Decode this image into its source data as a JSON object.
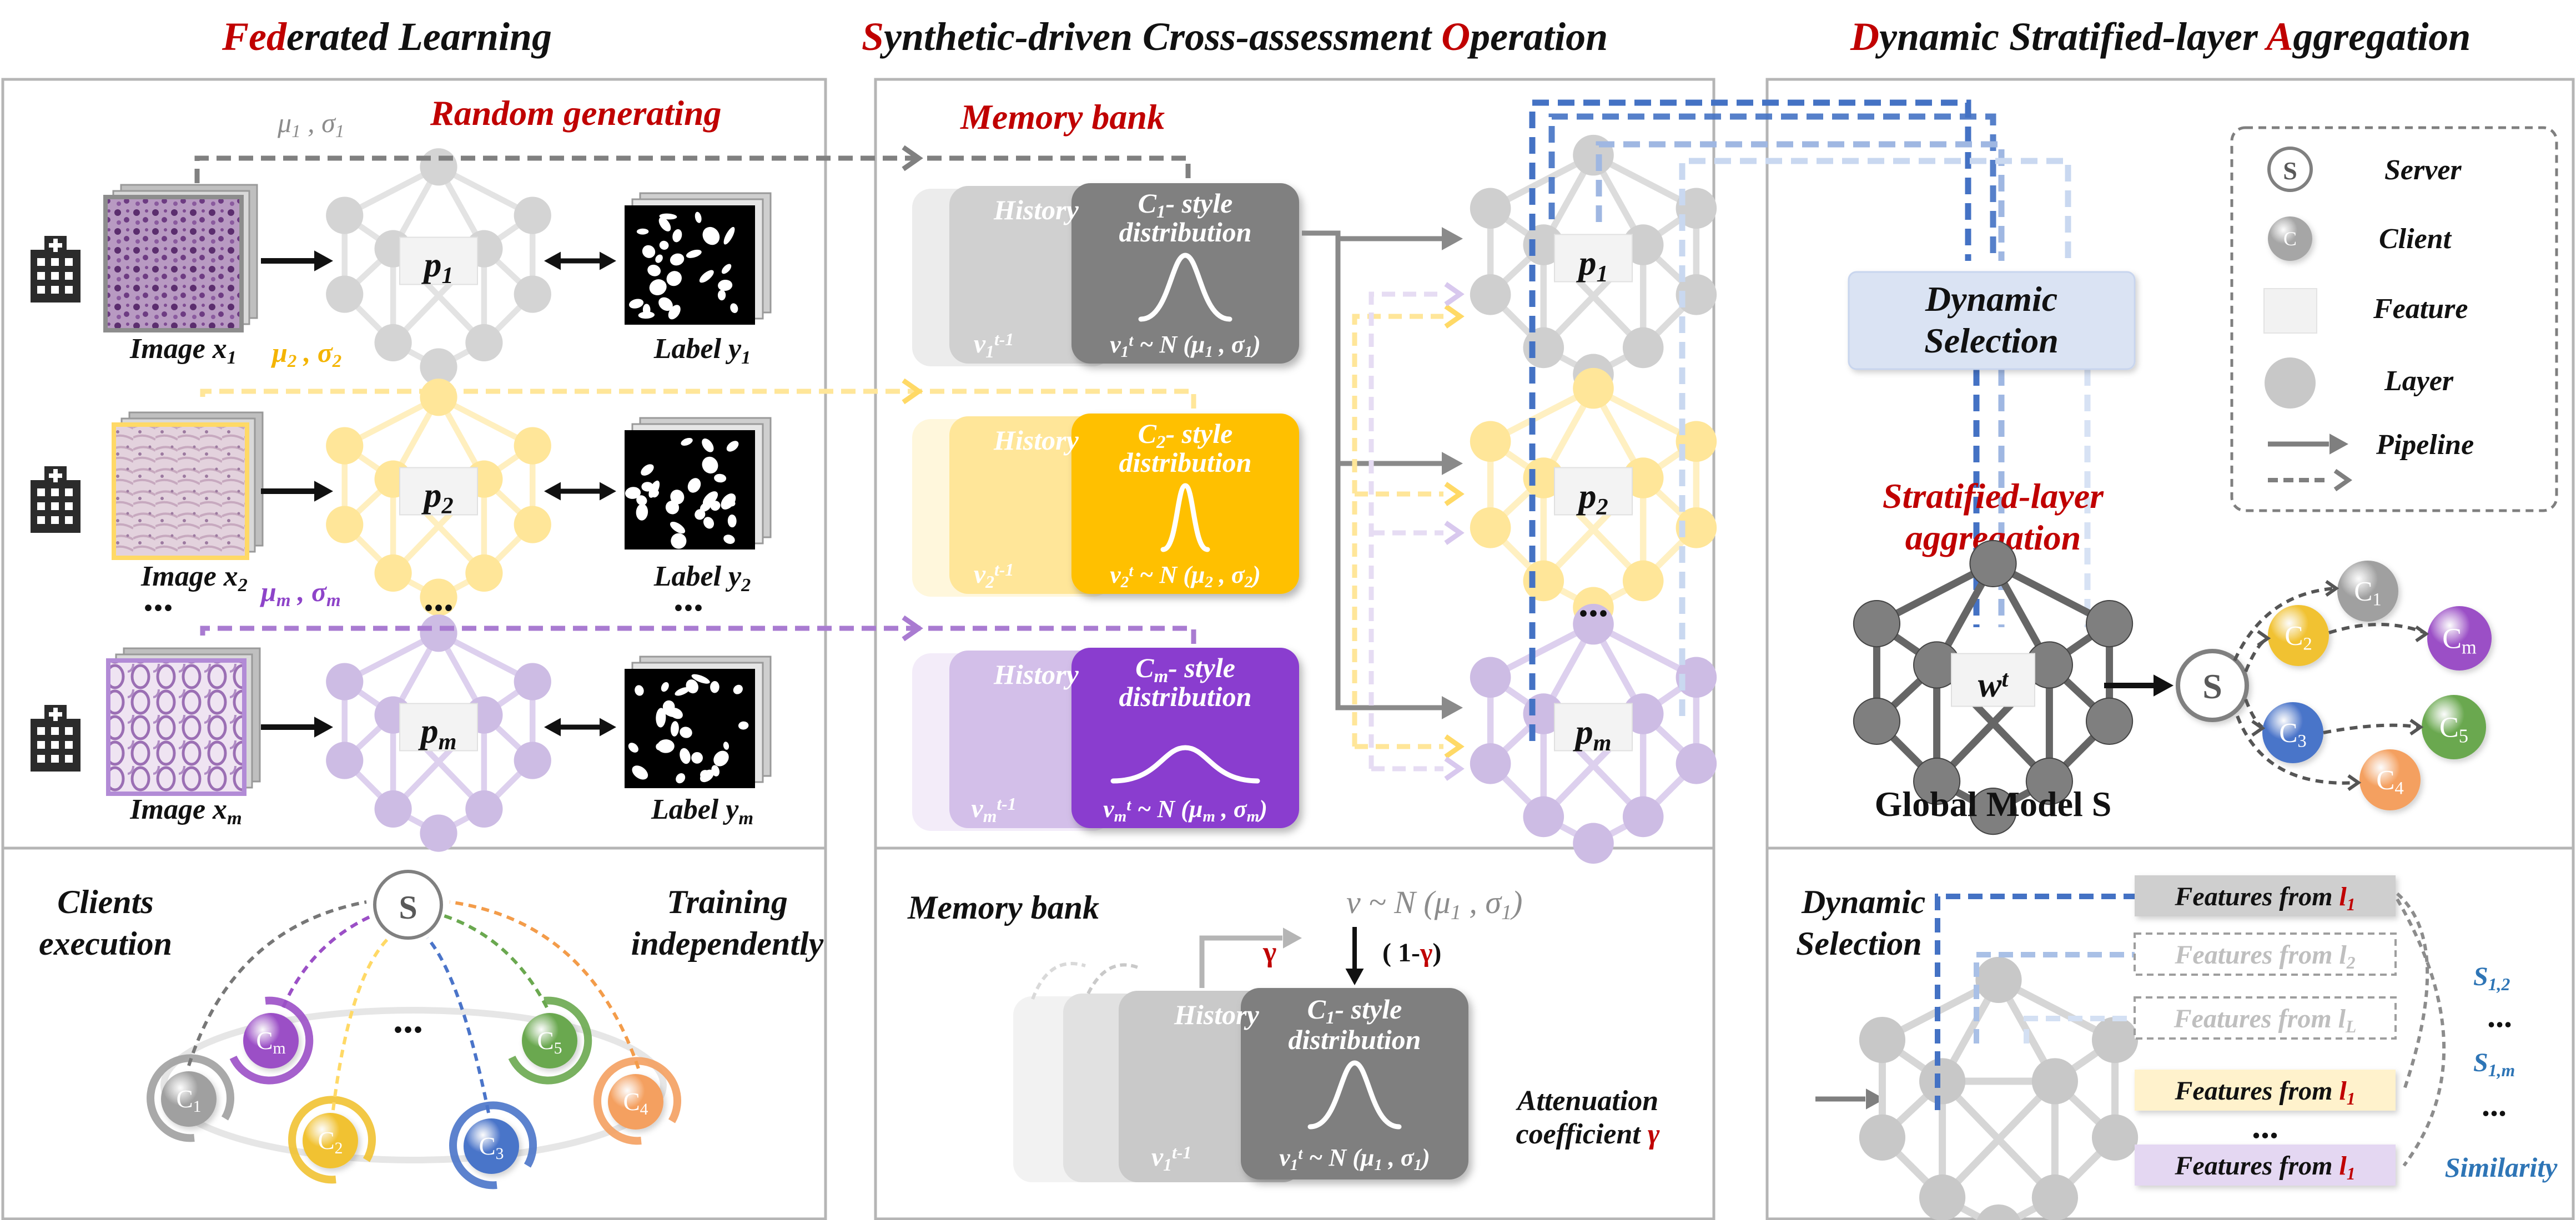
{
  "headers": {
    "fl": {
      "c1": "Fed",
      "rest": "erated Learning"
    },
    "scao": {
      "c1": "S",
      "p1": "ynthetic-driven Cross-assessment ",
      "c2": "O",
      "p2": "peration"
    },
    "dsa": {
      "c1": "D",
      "p1": "ynamic Stratified-layer ",
      "c2": "A",
      "p2": "ggregation"
    }
  },
  "fl_panel": {
    "random_generating": "Random generating",
    "stats": [
      {
        "mu": "μ",
        "mu_sub": "1",
        "sigma": "σ",
        "sigma_sub": "1"
      },
      {
        "mu": "μ",
        "mu_sub": "2",
        "sigma": "σ",
        "sigma_sub": "2"
      },
      {
        "mu": "μ",
        "mu_sub": "m",
        "sigma": "σ",
        "sigma_sub": "m"
      }
    ],
    "rows": [
      {
        "image": "Image x",
        "image_sub": "1",
        "model": "p",
        "model_sub": "1",
        "label": "Label y",
        "label_sub": "1"
      },
      {
        "image": "Image x",
        "image_sub": "2",
        "model": "p",
        "model_sub": "2",
        "label": "Label y",
        "label_sub": "2"
      },
      {
        "image": "Image x",
        "image_sub": "m",
        "model": "p",
        "model_sub": "m",
        "label": "Label y",
        "label_sub": "m"
      }
    ],
    "dots": "..."
  },
  "scao_panel": {
    "memory_bank": "Memory bank",
    "banks": [
      {
        "history": "History",
        "v_prev": "v",
        "v_prev_sub": "1",
        "v_prev_sup": "t-1",
        "style_c": "C",
        "style_sub": "1",
        "style_rest": "- style",
        "distribution": "distribution",
        "eq_v": "v",
        "eq_sub": "1",
        "eq_sup": "t",
        "eq_rest": " ~ N (μ",
        "eq_mu_sub": "1",
        "eq_mid": " , σ",
        "eq_sigma_sub": "1",
        "eq_end": ")"
      },
      {
        "history": "History",
        "v_prev": "v",
        "v_prev_sub": "2",
        "v_prev_sup": "t-1",
        "style_c": "C",
        "style_sub": "2",
        "style_rest": "- style",
        "distribution": "distribution",
        "eq_v": "v",
        "eq_sub": "2",
        "eq_sup": "t",
        "eq_rest": " ~ N (μ",
        "eq_mu_sub": "2",
        "eq_mid": " , σ",
        "eq_sigma_sub": "2",
        "eq_end": ")"
      },
      {
        "history": "History",
        "v_prev": "v",
        "v_prev_sub": "m",
        "v_prev_sup": "t-1",
        "style_c": "C",
        "style_sub": "m",
        "style_rest": "- style",
        "distribution": "distribution",
        "eq_v": "v",
        "eq_sub": "m",
        "eq_sup": "t",
        "eq_rest": " ~ N (μ",
        "eq_mu_sub": "m",
        "eq_mid": " , σ",
        "eq_sigma_sub": "m",
        "eq_end": ")"
      }
    ],
    "models": [
      {
        "p": "p",
        "sub": "1"
      },
      {
        "p": "p",
        "sub": "2"
      },
      {
        "p": "p",
        "sub": "m"
      }
    ],
    "dots": "..."
  },
  "dsa_panel": {
    "dynamic_selection_l1": "Dynamic",
    "dynamic_selection_l2": "Selection",
    "stratified_l1": "Stratified-layer",
    "stratified_l2": "aggregation",
    "global_w": "w",
    "global_w_sup": "t",
    "global_model": "Global Model S",
    "server_letter": "S",
    "clients": [
      {
        "c": "C",
        "sub": "1"
      },
      {
        "c": "C",
        "sub": "2"
      },
      {
        "c": "C",
        "sub": "m"
      },
      {
        "c": "C",
        "sub": "3"
      },
      {
        "c": "C",
        "sub": "5"
      },
      {
        "c": "C",
        "sub": "4"
      }
    ]
  },
  "legend": {
    "server_letter": "S",
    "server": "Server",
    "client_letter": "C",
    "client": "Client",
    "feature": "Feature",
    "layer": "Layer",
    "pipeline_solid": "Pipeline",
    "pipeline_dashed": "Pipeline"
  },
  "bottom_left": {
    "clients_l1": "Clients",
    "clients_l2": "execution",
    "training_l1": "Training",
    "training_l2": "independently",
    "server_letter": "S",
    "dots": "...",
    "clients": [
      {
        "c": "C",
        "sub": "m"
      },
      {
        "c": "C",
        "sub": "5"
      },
      {
        "c": "C",
        "sub": "1"
      },
      {
        "c": "C",
        "sub": "2"
      },
      {
        "c": "C",
        "sub": "3"
      },
      {
        "c": "C",
        "sub": "4"
      }
    ]
  },
  "bottom_middle": {
    "memory_bank": "Memory bank",
    "v_eq": "v ~ N (μ",
    "v_eq_mu_sub": "1",
    "v_eq_mid": " , σ",
    "v_eq_sigma_sub": "1",
    "v_eq_end": ")",
    "gamma": "γ",
    "one_minus_l": "( 1-",
    "one_minus_g": "γ",
    "one_minus_r": ")",
    "history": "History",
    "v_prev": "v",
    "v_prev_sub": "1",
    "v_prev_sup": "t-1",
    "style_c": "C",
    "style_sub": "1",
    "style_rest": "- style",
    "distribution": "distribution",
    "eq_v": "v",
    "eq_sub": "1",
    "eq_sup": "t",
    "eq_rest": " ~ N (μ",
    "eq_mu_sub": "1",
    "eq_mid": " , σ",
    "eq_sigma_sub": "1",
    "eq_end": ")",
    "attenuation_l1": "Attenuation",
    "attenuation_l2": "coefficient ",
    "attenuation_g": "γ"
  },
  "bottom_right": {
    "dynamic_l1": "Dynamic",
    "dynamic_l2": "Selection",
    "features": [
      {
        "text": "Features from ",
        "l": "l",
        "sub": "1"
      },
      {
        "text": "Features from ",
        "l": "l",
        "sub": "2"
      },
      {
        "text": "Features from ",
        "l": "l",
        "sub": "L"
      },
      {
        "text": "Features from ",
        "l": "l",
        "sub": "1"
      },
      {
        "text": "Features from ",
        "l": "l",
        "sub": "1"
      }
    ],
    "s12": "S",
    "s12_sub": "1,2",
    "s1m": "S",
    "s1m_sub": "1,m",
    "similarity": "Similarity",
    "dots": "..."
  },
  "colors": {
    "title_red": "#c00000",
    "gray_dark": "#757575",
    "gray_mid": "#a6a6a6",
    "gray_light": "#d0d0d0",
    "yellow": "#ffc000",
    "yellow_light": "#ffe699",
    "purple": "#8e44c9",
    "purple_light": "#c9b3e3",
    "blue_dashed": "#4472c4",
    "blue_light": "#dae3f3",
    "c2": "#f1c232",
    "cm": "#9b4fc6",
    "c3": "#4a74c9",
    "c5": "#6aa84f",
    "c4": "#f4a060",
    "c1": "#a0a0a0",
    "similarity_blue": "#2e75b6"
  }
}
